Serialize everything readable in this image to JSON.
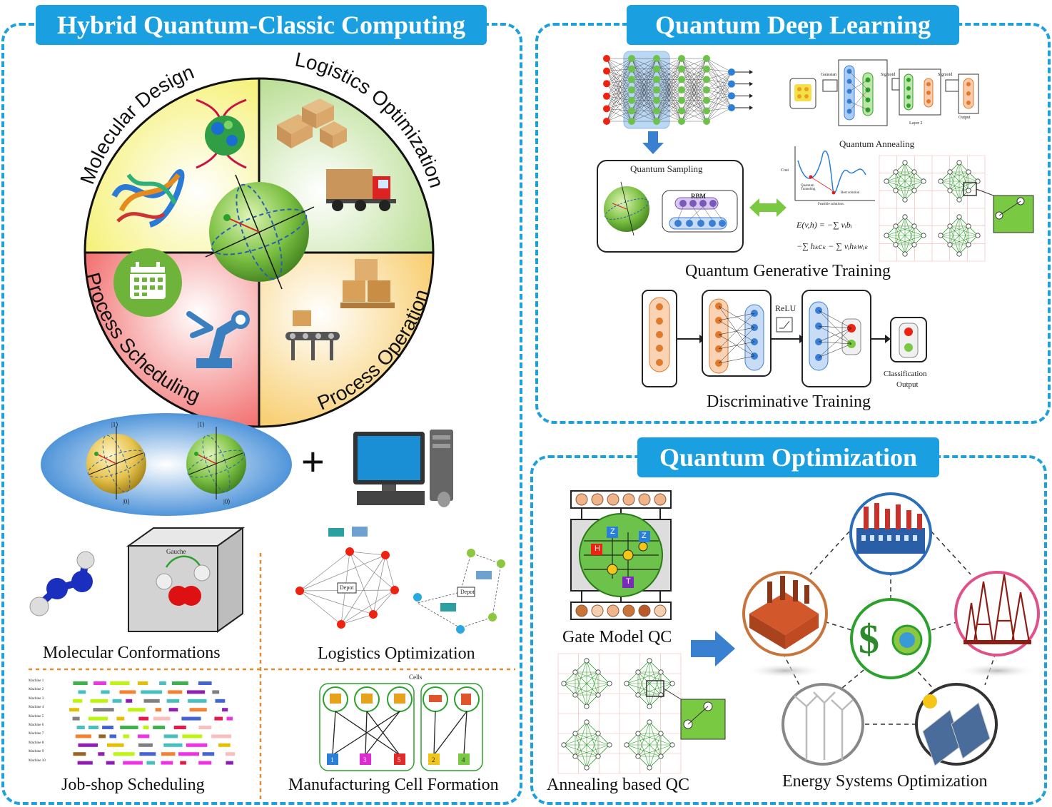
{
  "colors": {
    "accent": "#1aa0e0",
    "dash": "#1da1dc",
    "yellow": "#f7f27a",
    "green": "#b9de8c",
    "red": "#f26b6b",
    "orange": "#f7d27a"
  },
  "hybrid": {
    "title": "Hybrid Quantum-Classic Computing",
    "wheel": {
      "molecular": "Molecular Design",
      "logistics": "Logistics Optimization",
      "scheduling": "Process Scheduling",
      "operation": "Process Operation"
    },
    "qubit_top": "|1⟩",
    "qubit_bottom": "|0⟩",
    "plus": "+",
    "molecular_label": "Molecular Conformations",
    "gauche": "Gauche",
    "logistics_label": "Logistics Optimization",
    "depot": "Depot",
    "jobshop_label": "Job-shop Scheduling",
    "machines": [
      "Machine 1",
      "Machine 2",
      "Machine 3",
      "Machine 4",
      "Machine 5",
      "Machine 6",
      "Machine 7",
      "Machine 8",
      "Machine 9",
      "Machine 10"
    ],
    "cell_label": "Manufacturing Cell Formation",
    "cells_caption": "Cells",
    "parts": [
      "1",
      "3",
      "5",
      "2",
      "4"
    ]
  },
  "qdl": {
    "title": "Quantum Deep Learning",
    "annealing_caption": "Quantum Annealing",
    "gaussian": "Gaussian",
    "sigmoid": "Sigmoid",
    "layer2": "Layer 2",
    "output": "Output",
    "sampling_title": "Quantum Sampling",
    "rbm": "RBM",
    "cost": "Cost",
    "quantum_tunneling": "Quantum Tunneling",
    "best_solution": "Best solution",
    "feasible": "Feasible solutions",
    "energy1": "E(v,h) = −∑ vᵢbᵢ",
    "energy2": "−∑ hₖcₖ − ∑ vᵢhₖwᵢₖ",
    "generative": "Quantum Generative Training",
    "relu": "ReLU",
    "classification": "Classification",
    "class_output": "Output",
    "discriminative": "Discriminative Training"
  },
  "qopt": {
    "title": "Quantum Optimization",
    "gate_label": "Gate Model QC",
    "annealing_label": "Annealing based QC",
    "energy_label": "Energy Systems Optimization",
    "gates": [
      "H",
      "Z",
      "Z",
      "T"
    ],
    "currency": "$"
  }
}
